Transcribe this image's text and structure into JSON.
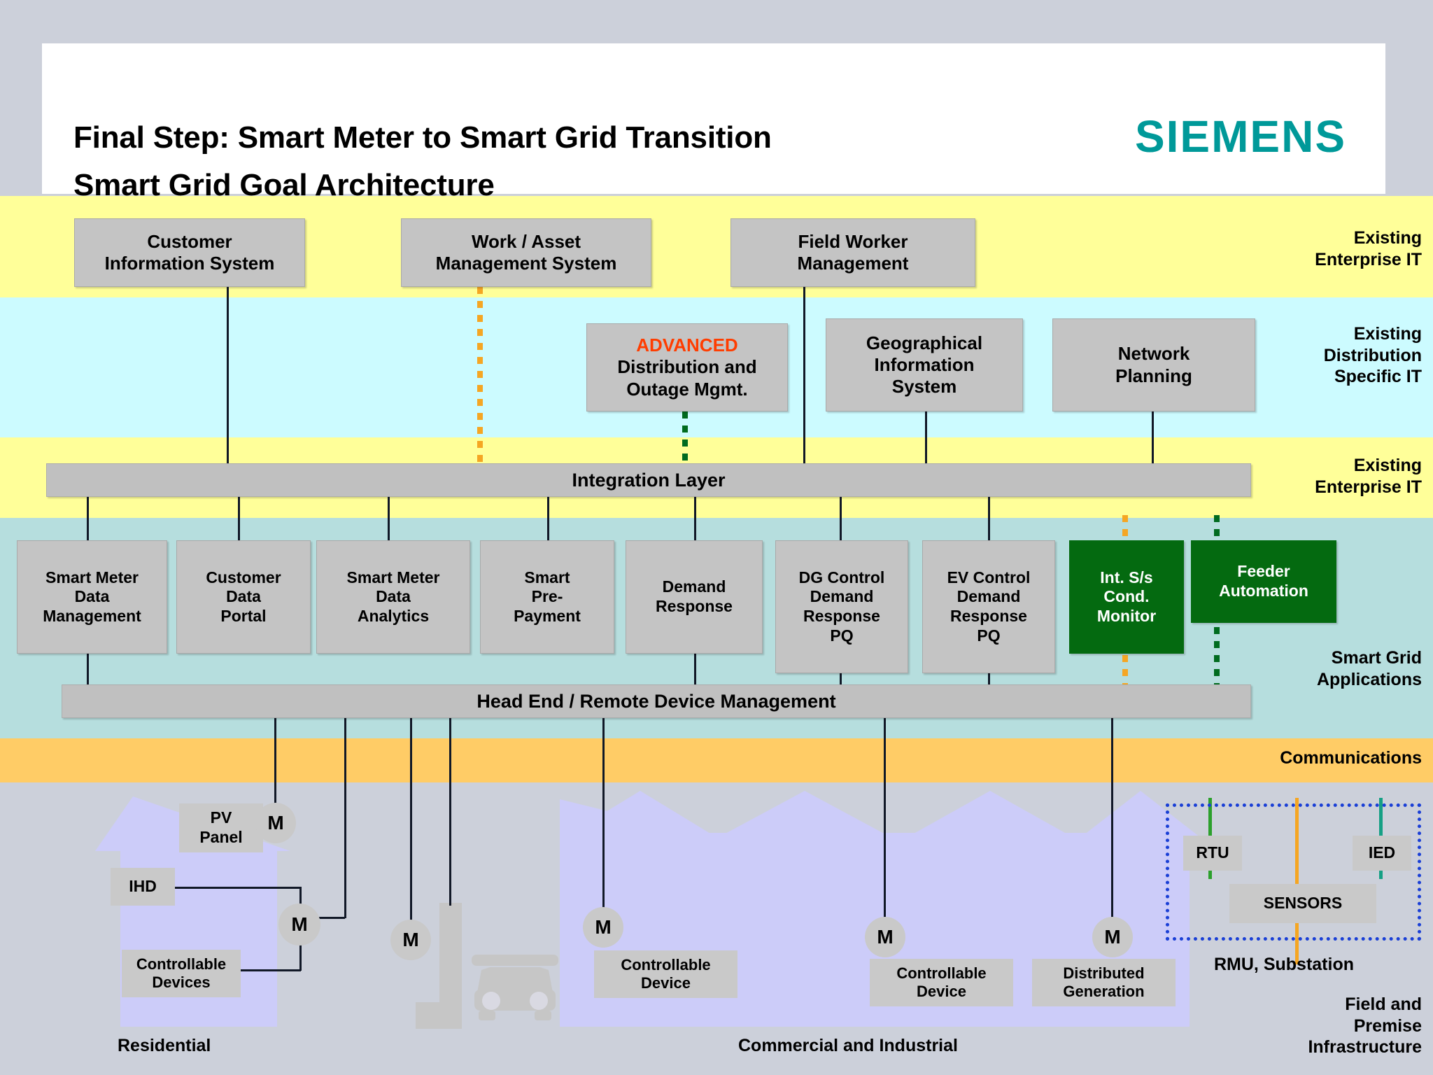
{
  "header": {
    "title_line1": "Final Step: Smart Meter to Smart Grid Transition",
    "title_line2": "Smart Grid Goal Architecture",
    "brand": "SIEMENS",
    "brand_color": "#009999"
  },
  "bands": [
    {
      "key": "enterprise_it_top",
      "label": "Existing\nEnterprise IT",
      "color": "#ffff99"
    },
    {
      "key": "distribution_it",
      "label": "Existing\nDistribution\nSpecific IT",
      "color": "#ccfbff"
    },
    {
      "key": "enterprise_it_mid",
      "label": "Existing\nEnterprise IT",
      "color": "#ffff99"
    },
    {
      "key": "smart_grid_apps",
      "label": "Smart Grid\nApplications",
      "color": "#b6dede"
    },
    {
      "key": "communications",
      "label": "Communications",
      "color": "#ffcc66"
    },
    {
      "key": "field_premise",
      "label": "Field and\nPremise\nInfrastructure",
      "color": "#ccd0da"
    }
  ],
  "enterprise_it_boxes": [
    {
      "label": "Customer\nInformation System"
    },
    {
      "label": "Work / Asset\nManagement System"
    },
    {
      "label": "Field Worker\nManagement"
    }
  ],
  "distribution_it_boxes": [
    {
      "label": "Distribution and\nOutage Mgmt.",
      "tag": "ADVANCED",
      "tag_color": "#ff3d00"
    },
    {
      "label": "Geographical\nInformation\nSystem"
    },
    {
      "label": "Network\nPlanning"
    }
  ],
  "integration_layer": {
    "label": "Integration Layer"
  },
  "head_end": {
    "label": "Head End / Remote Device Management"
  },
  "smart_grid_app_boxes": [
    {
      "label": "Smart Meter\nData\nManagement",
      "style": "grey"
    },
    {
      "label": "Customer\nData\nPortal",
      "style": "grey"
    },
    {
      "label": "Smart Meter\nData\nAnalytics",
      "style": "grey"
    },
    {
      "label": "Smart\nPre-\nPayment",
      "style": "grey"
    },
    {
      "label": "Demand\nResponse",
      "style": "grey"
    },
    {
      "label": "DG Control\nDemand\nResponse\nPQ",
      "style": "grey"
    },
    {
      "label": "EV Control\nDemand\nResponse\nPQ",
      "style": "grey"
    },
    {
      "label": "Int. S/s\nCond.\nMonitor",
      "style": "green"
    },
    {
      "label": "Feeder\nAutomation",
      "style": "green"
    }
  ],
  "residential": {
    "caption": "Residential",
    "pv_panel": "PV\nPanel",
    "ihd": "IHD",
    "controllable_devices": "Controllable\nDevices",
    "meter_label": "M"
  },
  "commercial": {
    "caption": "Commercial and Industrial",
    "controllable_device_1": "Controllable\nDevice",
    "controllable_device_2": "Controllable\nDevice",
    "distributed_generation": "Distributed\nGeneration",
    "meter_label": "M"
  },
  "substation": {
    "caption": "RMU, Substation",
    "rtu": "RTU",
    "ied": "IED",
    "sensors": "SENSORS",
    "frame_color": "#1a3fd6",
    "link_colors": {
      "rtu": "#2ca02c",
      "sensors": "#f5a623",
      "ied": "#16a085"
    }
  },
  "connector_styles": {
    "solid": "#111827",
    "dotted_orange": "#f5a623",
    "dotted_green": "#006b1f"
  }
}
